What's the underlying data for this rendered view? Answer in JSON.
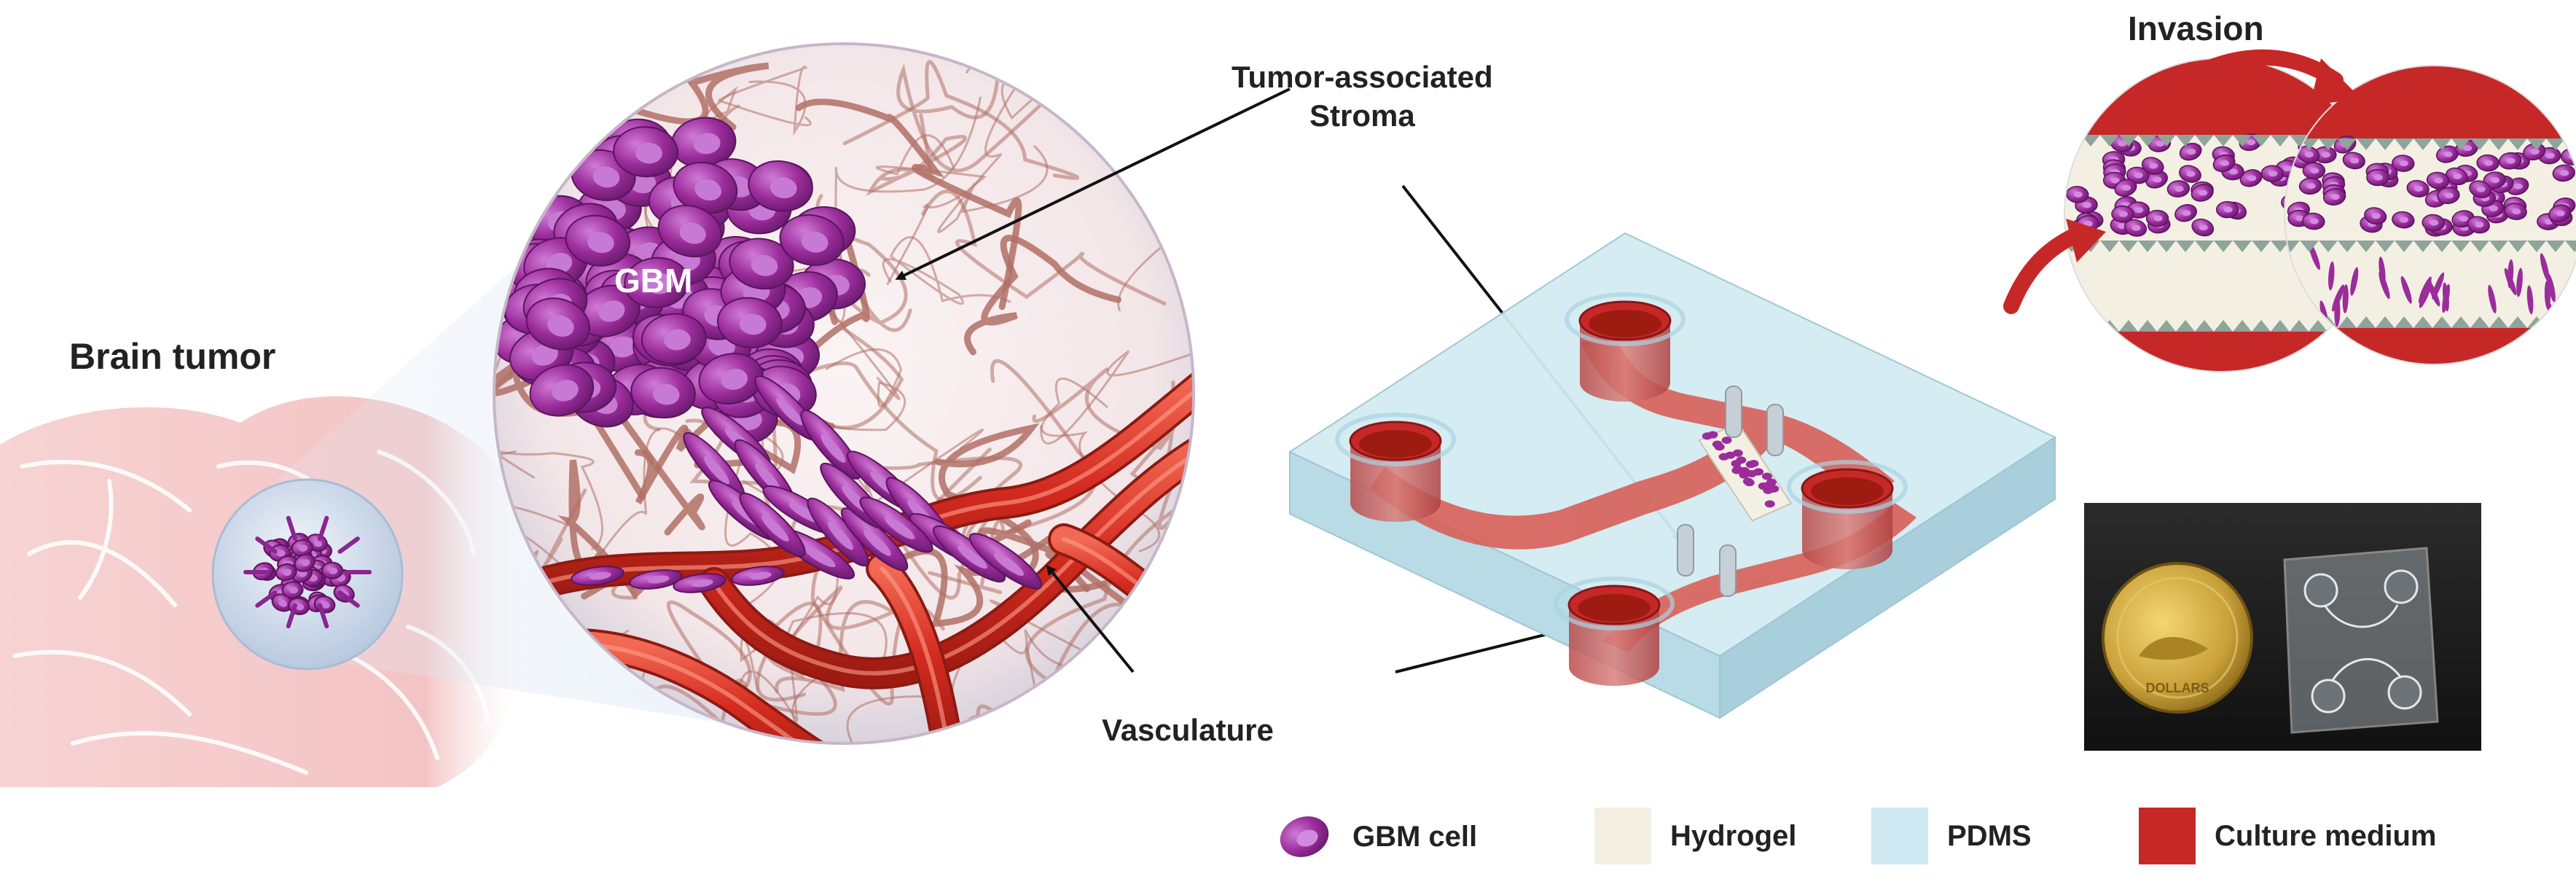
{
  "labels": {
    "brain_tumor": "Brain tumor",
    "gbm": "GBM",
    "stroma": "Tumor-associated\nStroma",
    "vasculature": "Vasculature",
    "invasion": "Invasion"
  },
  "legend": [
    {
      "key": "gbm-cell",
      "label": "GBM cell",
      "color": "#9b2c9b"
    },
    {
      "key": "hydrogel",
      "label": "Hydrogel",
      "color": "#f3f0e3"
    },
    {
      "key": "pdms",
      "label": "PDMS",
      "color": "#cfe7f0"
    },
    {
      "key": "culture-medium",
      "label": "Culture medium",
      "color": "#c62828"
    }
  ],
  "photo": {
    "coin_text": "DOLLARS"
  },
  "colors": {
    "gbm": "#9b2c9b",
    "gbm_light": "#c36ac8",
    "vessel": "#d42a1f",
    "stroma_line": "#b07066",
    "medium": "#c62828",
    "hydrogel": "#f3f0e3",
    "pdms": "#cfe7f0",
    "brain": "#f6cccc"
  }
}
